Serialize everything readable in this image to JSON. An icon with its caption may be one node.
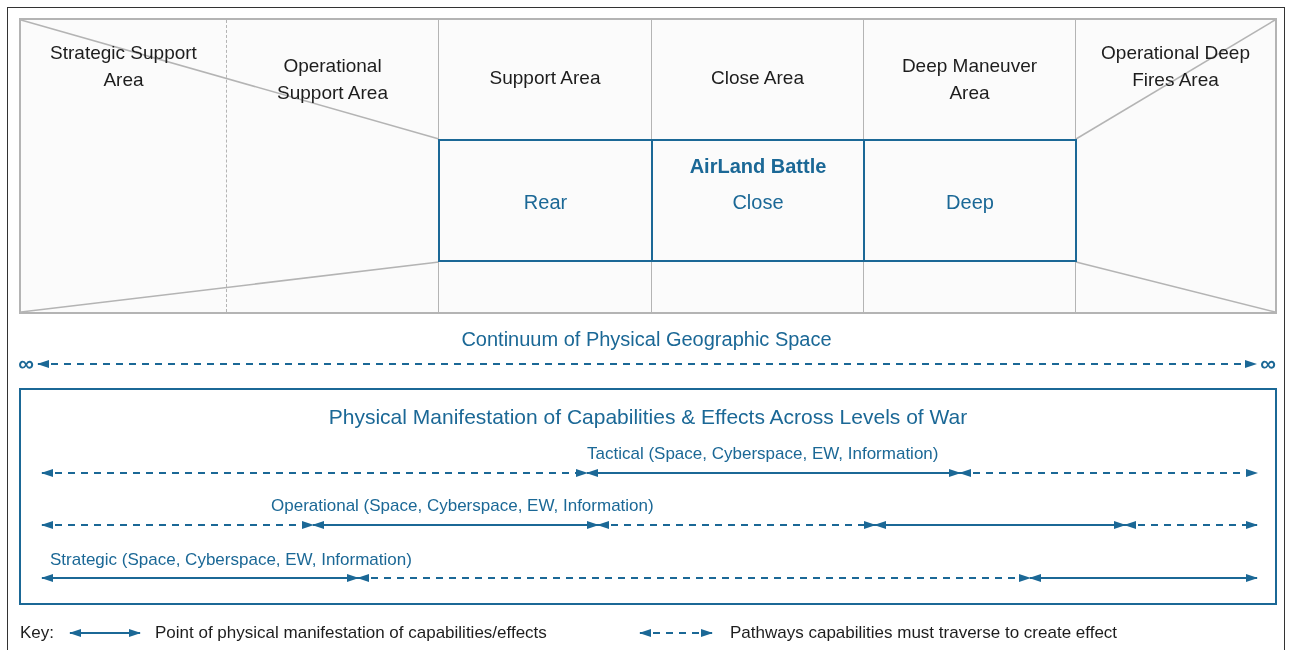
{
  "diagram": {
    "nodes": [
      {
        "text": [
          "Strategic Support Area"
        ]
      },
      {
        "text": [
          "Operational Support Area"
        ]
      },
      {
        "text": [
          "Support Area"
        ]
      },
      {
        "text": [
          "Close Area"
        ]
      },
      {
        "text": [
          "Deep Maneuver Area"
        ]
      },
      {
        "text": [
          "Operational Deep Fires Area"
        ]
      },
      {
        "text": [
          "Rear"
        ],
        "in": 2
      },
      {
        "text": [
          "AirLand Battle",
          "Close"
        ],
        "in": 3
      },
      {
        "text": [
          "Deep"
        ],
        "in": 4
      },
      {
        "text": [
          "∞"
        ]
      },
      {
        "text": [
          "∞"
        ]
      },
      {
        "text": [
          "Physical Manifestation of Capabilities & Effects Across Levels of War"
        ]
      }
    ],
    "edges": [
      {
        "from": 9,
        "to": 10,
        "arrow": "both",
        "style": "dashed"
      }
    ],
    "labels": [
      "Continuum of Physical Geographic Space",
      "Tactical (Space, Cyberspace, EW, Information)",
      "Operational (Space, Cyberspace, EW, Information)",
      "Strategic (Space, Cyberspace, EW, Information)",
      "Key:"
    ],
    "legend": [
      {
        "text": "Point of physical manifestation of capabilities/effects"
      },
      {
        "text": "Pathways capabilities must traverse to create effect"
      }
    ]
  }
}
